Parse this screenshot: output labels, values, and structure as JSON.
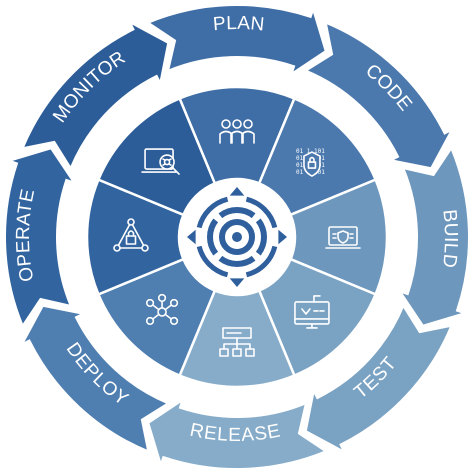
{
  "diagram": {
    "stages": [
      {
        "label": "PLAN",
        "color": "#3f6da5",
        "icon": "team-icon"
      },
      {
        "label": "CODE",
        "color": "#4b79ad",
        "icon": "binary-shield-icon"
      },
      {
        "label": "BUILD",
        "color": "#6e97bd",
        "icon": "laptop-shield-icon"
      },
      {
        "label": "TEST",
        "color": "#7aa2c3",
        "icon": "monitor-test-icon"
      },
      {
        "label": "RELEASE",
        "color": "#86acc9",
        "icon": "network-hierarchy-icon"
      },
      {
        "label": "DEPLOY",
        "color": "#4f7eb0",
        "icon": "molecule-nodes-icon"
      },
      {
        "label": "OPERATE",
        "color": "#32649f",
        "icon": "lock-triangle-icon"
      },
      {
        "label": "MONITOR",
        "color": "#2c5d98",
        "icon": "bug-search-icon"
      }
    ],
    "center_icon": "target-compass-icon"
  }
}
